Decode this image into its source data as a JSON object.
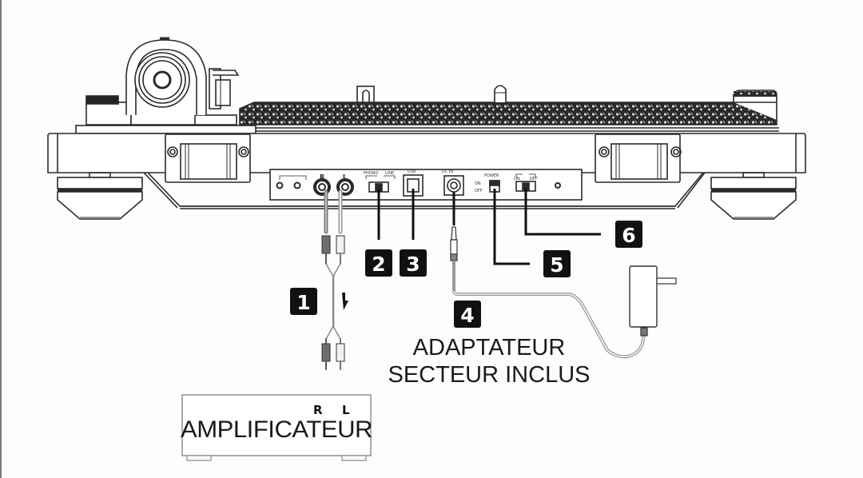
{
  "diagram": {
    "title": "Turntable rear panel connection diagram",
    "callouts": [
      {
        "number": "1",
        "target": "RCA audio cable (R/L)"
      },
      {
        "number": "2",
        "target": "Phono/Line selector switch"
      },
      {
        "number": "3",
        "target": "USB port"
      },
      {
        "number": "4",
        "target": "DC power input"
      },
      {
        "number": "5",
        "target": "Power switch"
      },
      {
        "number": "6",
        "target": "Auto-stop switch"
      }
    ],
    "labels": {
      "adapter_line1": "ADAPTATEUR",
      "adapter_line2": "SECTEUR INCLUS",
      "amplifier": "AMPLIFICATEUR",
      "amp_r": "R",
      "amp_l": "L",
      "panel_r": "R",
      "panel_l": "L"
    },
    "panel_markings": {
      "selector": [
        "PHONO",
        "LINE"
      ],
      "usb": "USB",
      "dc_in": "DC IN",
      "power": "POWER",
      "power_states": [
        "ON",
        "OFF"
      ],
      "autostop": [
        "ON",
        "OFF"
      ]
    },
    "colors": {
      "line": "#2a2a2a",
      "badge": "#111111",
      "cable_red_plug": "#6e6e6e",
      "cable_white_plug": "#f2f2f2",
      "background": "#fdfdfd"
    }
  }
}
